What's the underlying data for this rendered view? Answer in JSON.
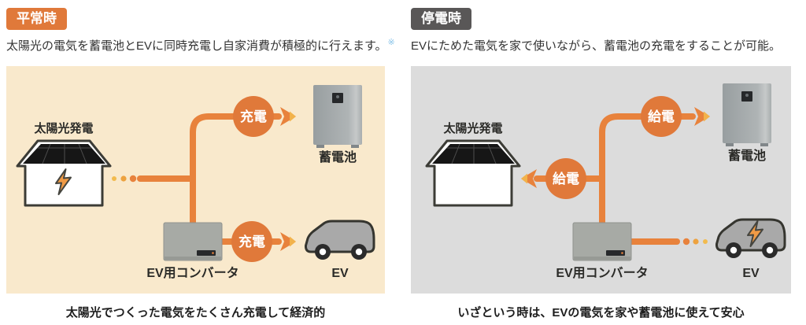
{
  "colors": {
    "accent_orange": "#e0793a",
    "flow_orange": "#e8823c",
    "panel_normal_bg": "#f9e9cc",
    "panel_outage_bg": "#dcdcdc",
    "badge_dark_bg": "#595757"
  },
  "panels": [
    {
      "badge": "平常時",
      "description": "太陽光の電気を蓄電池とEVに同時充電し自家消費が積極的に行えます。",
      "description_note": "※",
      "labels": {
        "solar": "太陽光発電",
        "battery": "蓄電池",
        "converter": "EV用コンバータ",
        "ev": "EV",
        "flow_top": "充電",
        "flow_bottom": "充電"
      },
      "caption": "太陽光でつくった電気をたくさん充電して経済的"
    },
    {
      "badge": "停電時",
      "description": "EVにためた電気を家で使いながら、蓄電池の充電をすることが可能。",
      "labels": {
        "solar": "太陽光発電",
        "battery": "蓄電池",
        "converter": "EV用コンバータ",
        "ev": "EV",
        "flow_house": "給電",
        "flow_top": "給電"
      },
      "caption": "いざという時は、EVの電気を家や蓄電池に使えて安心"
    }
  ]
}
